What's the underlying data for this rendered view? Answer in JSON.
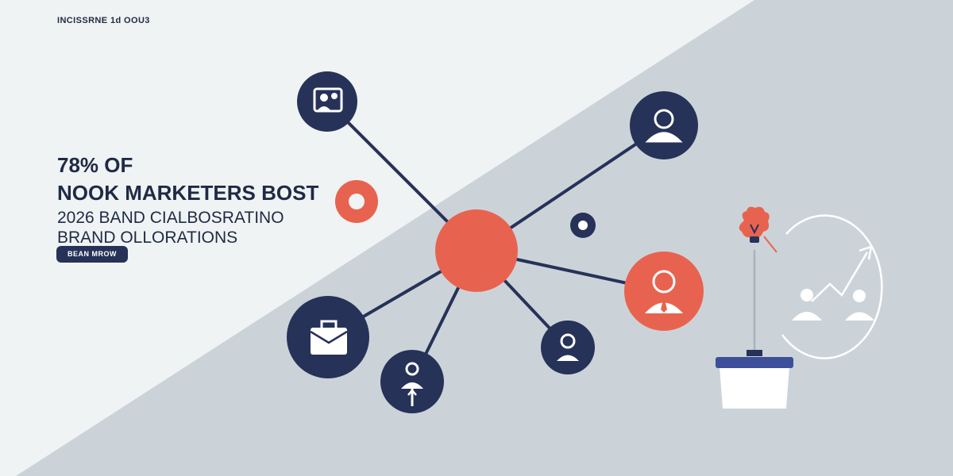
{
  "brand": {
    "name": "INCISSRNE 1d OOU3"
  },
  "headline": {
    "line1": "78% OF",
    "line2": "NOOK MARKETERS BOST",
    "line3": "2026 BAND CIALBOSRATINO",
    "line4": "BRAND OLLORATIONS"
  },
  "cta": {
    "label": "BEAN MROW"
  },
  "colors": {
    "navy": "#263258",
    "coral": "#e8634f",
    "light_bg": "#f0f3f4",
    "gray_bg": "#cbd3d9",
    "white": "#ffffff"
  },
  "icons": [
    "team-photo-icon",
    "person-icon",
    "briefcase-icon",
    "person-icon",
    "person-icon",
    "person-with-tie-icon",
    "lightbulb-brain-icon",
    "growth-arrow-icon"
  ]
}
